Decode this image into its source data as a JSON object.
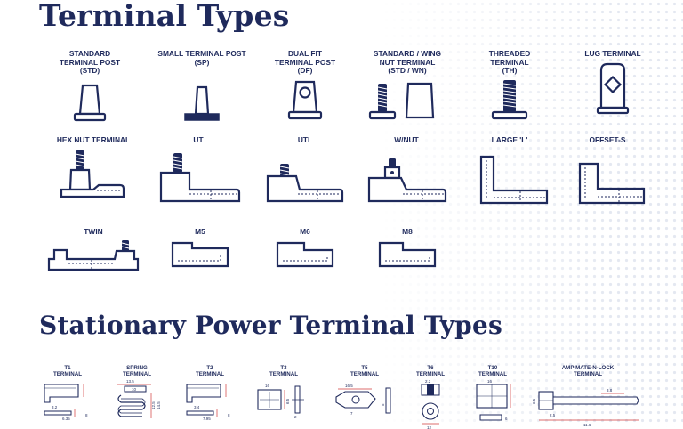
{
  "titles": {
    "terminal_types": "Terminal Types",
    "stationary": "Stationary Power Terminal Types"
  },
  "colors": {
    "navy": "#1f2a5c",
    "red": "#d23b3b",
    "background_dots": "#dfe4ef"
  },
  "terminals": [
    {
      "label": "STANDARD\nTERMINAL POST\n(STD)"
    },
    {
      "label": "SMALL TERMINAL POST\n(SP)"
    },
    {
      "label": "DUAL FIT\nTERMINAL POST\n(DF)"
    },
    {
      "label": "STANDARD / WING\nNUT TERMINAL\n(STD / WN)"
    },
    {
      "label": "THREADED\nTERMINAL\n(TH)"
    },
    {
      "label": "LUG TERMINAL"
    },
    {
      "label": "HEX NUT TERMINAL"
    },
    {
      "label": "UT"
    },
    {
      "label": "UTL"
    },
    {
      "label": "W/NUT"
    },
    {
      "label": "LARGE 'L'"
    },
    {
      "label": "OFFSET-S"
    },
    {
      "label": "TWIN"
    },
    {
      "label": "M5"
    },
    {
      "label": "M6"
    },
    {
      "label": "M8"
    }
  ],
  "stationary": [
    {
      "label": "T1\nTERMINAL",
      "dims": [
        "3.2",
        "6.35",
        "8"
      ]
    },
    {
      "label": "SPRING\nTERMINAL",
      "dims": [
        "13.5",
        "10",
        "12.5",
        "14.5"
      ]
    },
    {
      "label": "T2\nTERMINAL",
      "dims": [
        "3.4",
        "7.95",
        "8"
      ]
    },
    {
      "label": "T3\nTERMINAL",
      "dims": [
        "16",
        "6.5",
        "2"
      ]
    },
    {
      "label": "T5\nTERMINAL",
      "dims": [
        "16.5",
        "7",
        "5"
      ]
    },
    {
      "label": "T6\nTERMINAL",
      "dims": [
        "2.2",
        "12"
      ]
    },
    {
      "label": "T10\nTERMINAL",
      "dims": [
        "16",
        "6"
      ]
    },
    {
      "label": "AMP MATE-N-LOCK\nTERMINAL",
      "dims": [
        "6.5",
        "3.8",
        "2.5",
        "11.6"
      ]
    }
  ]
}
